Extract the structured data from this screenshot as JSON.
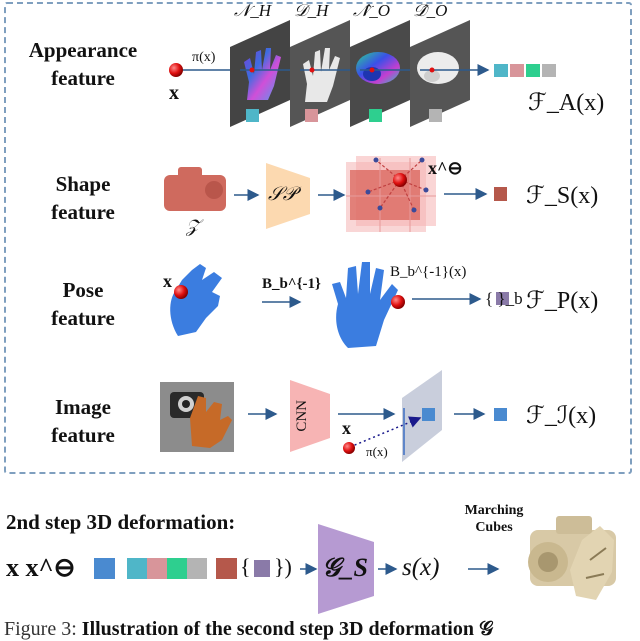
{
  "rows": {
    "appearance": {
      "label_line1": "Appearance",
      "label_line2": "feature",
      "point": "x",
      "proj": "π(x)",
      "planes": [
        "𝒩_H",
        "𝒟_H",
        "𝒩̂_O",
        "𝒟̂_O"
      ],
      "output": "ℱ_A(x)"
    },
    "shape": {
      "label_line1": "Shape",
      "label_line2": "feature",
      "latent": "𝒵",
      "decoder": "𝒮𝒫",
      "point": "x^⊖",
      "output": "ℱ_S(x)"
    },
    "pose": {
      "label_line1": "Pose",
      "label_line2": "feature",
      "point": "x",
      "transform": "B_b^{-1}",
      "transformed_point": "B_b^{-1}(x)",
      "output_set": "{ }_b",
      "output": "ℱ_P(x)"
    },
    "image": {
      "label_line1": "Image",
      "label_line2": "feature",
      "encoder": "CNN",
      "point": "x",
      "proj": "π(x)",
      "output": "ℱ_ℐ(x)"
    }
  },
  "step2": {
    "title": "2nd step 3D deformation:",
    "inputs": "x  x^⊖",
    "network": "𝒢_S",
    "output": "s(x)",
    "mesher": "Marching Cubes"
  },
  "caption": {
    "prefix": "Figure 3: ",
    "bold": "Illustration of the second step 3D deformation 𝒢"
  },
  "colors": {
    "frame": "#7f9fbf",
    "point": "#e01010",
    "arrow": "#2d5a8c",
    "cube_teal": "#4fb6c8",
    "cube_pink": "#d8959a",
    "cube_green": "#2ecf8f",
    "cube_gray": "#b4b4b4",
    "cube_brown": "#b5584b",
    "cube_purple": "#8a7aa8",
    "decoder_fill": "#fcd9b0",
    "cnn_fill": "#f7b4b4",
    "generator_fill": "#b69ad2"
  }
}
